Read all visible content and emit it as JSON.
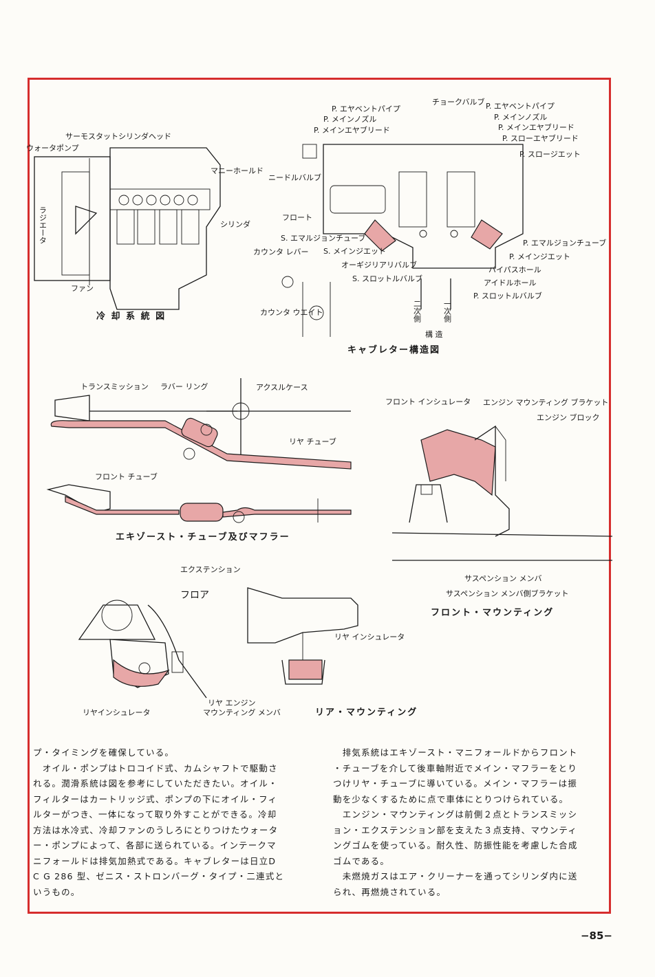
{
  "figures": {
    "cooling": {
      "caption": "冷 却 系 統 図",
      "labels": [
        "サーモスタット",
        "シリンダヘッド",
        "ウォータポンプ",
        "マニーホールド",
        "ラジエータ",
        "シリンダ",
        "ファン"
      ]
    },
    "carburetor": {
      "caption": "キャブレター構造図",
      "labels": [
        "チョークバルブ",
        "P. エヤベントパイプ",
        "P. メインノズル",
        "P. メインエヤブリード",
        "P. エヤベントパイプ",
        "P. メインノズル",
        "P. メインエヤブリード",
        "P. スローエヤブリード",
        "P. スロージエット",
        "ニードルバルブ",
        "フロート",
        "S. エマルジョンチューブ",
        "S. メインジエット",
        "オーギジリアリバルブ",
        "S. スロットルバルブ",
        "カウンタ レバー",
        "カウンタ ウエイト",
        "P. エマルジョンチューブ",
        "P. メインジエット",
        "バイパスホール",
        "アイドルホール",
        "P. スロットルバルブ"
      ],
      "side_labels": [
        "二次側",
        "一次側"
      ],
      "structure_label": "構 造"
    },
    "exhaust": {
      "caption": "エキゾースト・チューブ及びマフラー",
      "labels": [
        "トランスミッション",
        "ラバー リング",
        "アクスルケース",
        "リヤ チューブ",
        "フロント チューブ"
      ]
    },
    "front_mounting": {
      "caption": "フロント・マウンティング",
      "labels": [
        "フロント インシュレータ",
        "エンジン マウンティング ブラケット",
        "エンジン ブロック",
        "サスペンション メンバ",
        "サスペンション メンバ側ブラケット"
      ]
    },
    "rear_mounting": {
      "caption": "リア・マウンティング",
      "labels": [
        "エクステンション",
        "フロア",
        "リヤ インシュレータ",
        "リヤインシュレータ",
        "リヤ エンジン",
        "マウンティング メンバ"
      ]
    }
  },
  "text": {
    "left": [
      "プ・タイミングを確保している。",
      "　オイル・ポンプはトロコイド式、カムシャフトで駆動さ",
      "れる。潤滑系統は図を参考にしていただきたい。オイル・",
      "フィルターはカートリッジ式、ポンプの下にオイル・フィ",
      "ルターがつき、一体になって取り外すことができる。冷却",
      "方法は水冷式、冷却ファンのうしろにとりつけたウォータ",
      "ー・ポンプによって、各部に送られている。インテークマ",
      "ニフォールドは排気加熱式である。キャブレターは日立D",
      "C G 286 型、ゼニス・ストロンバーグ・タイプ・二連式と",
      "いうもの。"
    ],
    "right": [
      "　排気系統はエキゾースト・マニフォールドからフロント",
      "・チューブを介して後車軸附近でメイン・マフラーをとり",
      "つけリヤ・チューブに導いている。メイン・マフラーは振",
      "動を少なくするために点で車体にとりつけられている。",
      "　エンジン・マウンティングは前側２点とトランスミッシ",
      "ョン・エクステンション部を支えた３点支持、マウンティ",
      "ングゴムを使っている。耐久性、防振性能を考慮した合成",
      "ゴムである。",
      "　未燃焼ガスはエア・クリーナーを通ってシリンダ内に送",
      "られ、再燃焼されている。"
    ]
  },
  "page_number": "−85−",
  "colors": {
    "frame": "#d62d2d",
    "highlight": "#e7a7a7"
  }
}
